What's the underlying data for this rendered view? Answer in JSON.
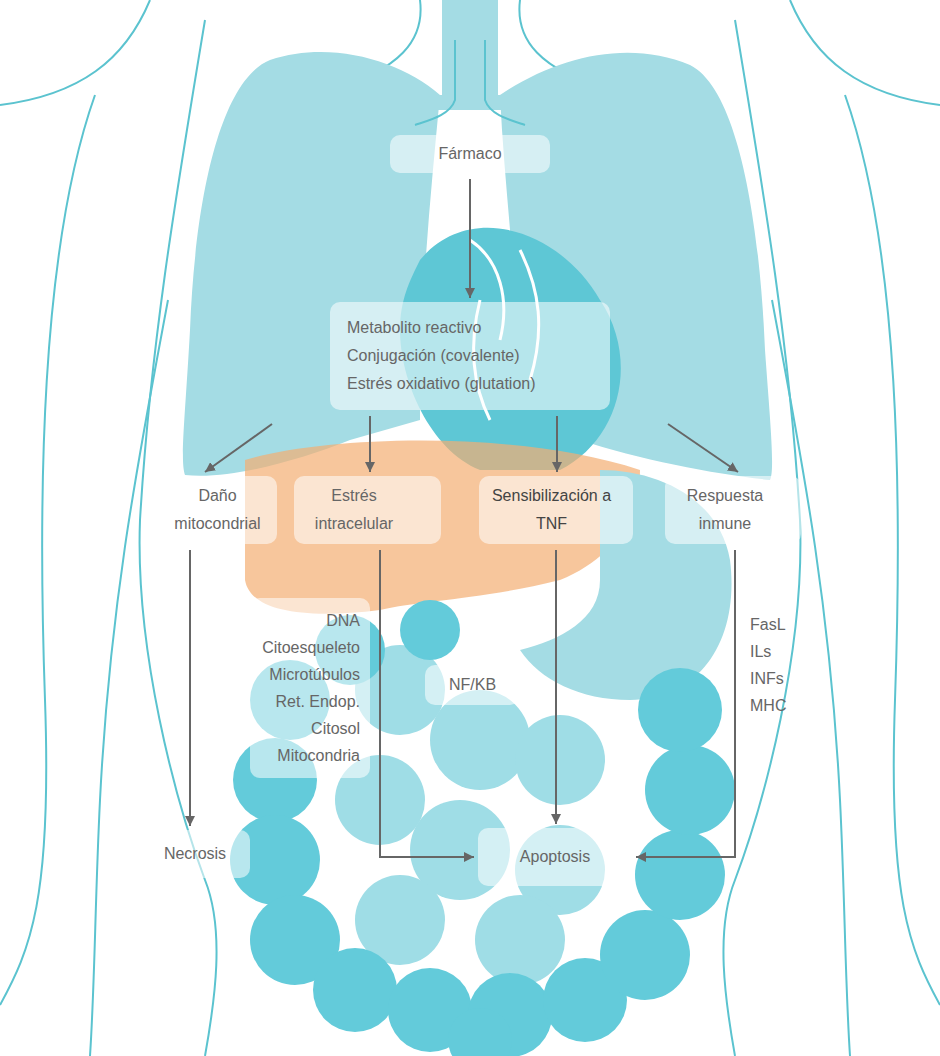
{
  "diagram": {
    "nodes": [
      {
        "text": [
          "Fármaco"
        ]
      },
      {
        "text": [
          "Metabolito reactivo",
          "Conjugación (covalente)",
          "Estrés oxidativo (glutation)"
        ]
      },
      {
        "text": [
          "Daño mitocondrial"
        ]
      },
      {
        "text": [
          "Estrés intracelular"
        ]
      },
      {
        "text": [
          "Sensibilización a TNF"
        ]
      },
      {
        "text": [
          "Respuesta inmune"
        ]
      },
      {
        "text": [
          "DNA",
          "Citoesqueleto",
          "Microtúbulos",
          "Ret. Endop.",
          "Citosol",
          "Mitocondria"
        ]
      },
      {
        "text": [
          "NF/KB"
        ]
      },
      {
        "text": [
          "Necrosis"
        ]
      },
      {
        "text": [
          "Apoptosis"
        ]
      }
    ],
    "edges": [
      {
        "from": 0,
        "to": 1,
        "arrow": "to"
      },
      {
        "from": 1,
        "to": 2,
        "arrow": "to"
      },
      {
        "from": 1,
        "to": 3,
        "arrow": "to"
      },
      {
        "from": 1,
        "to": 4,
        "arrow": "to"
      },
      {
        "from": 1,
        "to": 5,
        "arrow": "to"
      },
      {
        "from": 2,
        "to": 8,
        "arrow": "to"
      },
      {
        "from": 3,
        "to": 9,
        "arrow": "to"
      },
      {
        "from": 4,
        "to": 9,
        "arrow": "to"
      },
      {
        "from": 5,
        "to": 9,
        "arrow": "to"
      }
    ],
    "labels": [
      "FasL",
      "ILs",
      "INFs",
      "MHC"
    ]
  }
}
